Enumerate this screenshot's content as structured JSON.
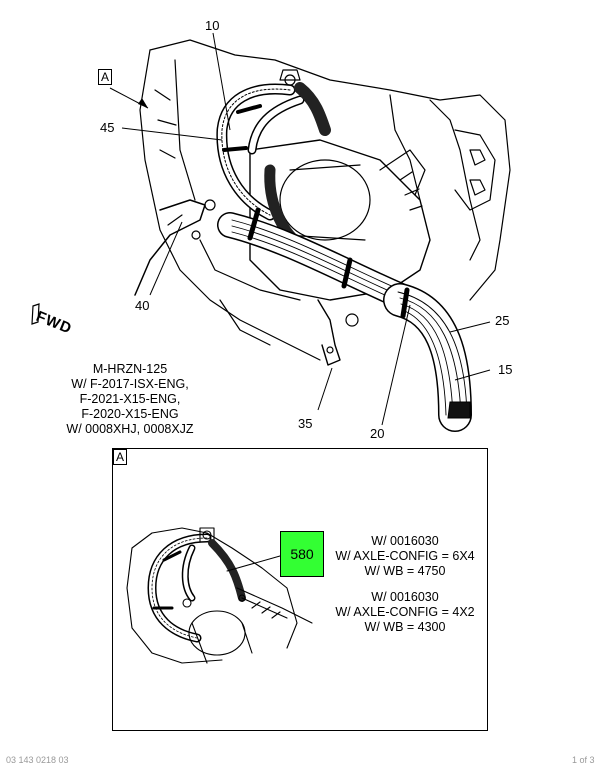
{
  "view_label": "A",
  "callouts": {
    "c10": "10",
    "c45": "45",
    "c40": "40",
    "c35": "35",
    "c20": "20",
    "c25": "25",
    "c15": "15"
  },
  "fwd_label": "FWD",
  "model_note": {
    "line1": "M-HRZN-125",
    "line2": "W/ F-2017-ISX-ENG,",
    "line3": "F-2021-X15-ENG,",
    "line4": "F-2020-X15-ENG",
    "line5": "W/ 0008XHJ, 0008XJZ"
  },
  "detail": {
    "label": "A",
    "part_tag": "580",
    "config1": {
      "line1": "W/ 0016030",
      "line2": "W/ AXLE-CONFIG = 6X4",
      "line3": "W/ WB = 4750"
    },
    "config2": {
      "line1": "W/ 0016030",
      "line2": "W/ AXLE-CONFIG = 4X2",
      "line3": "W/ WB = 4300"
    }
  },
  "footer": {
    "left": "03 143 0218 03",
    "right": "1 of 3"
  },
  "colors": {
    "tag_green": "#33ff33"
  }
}
